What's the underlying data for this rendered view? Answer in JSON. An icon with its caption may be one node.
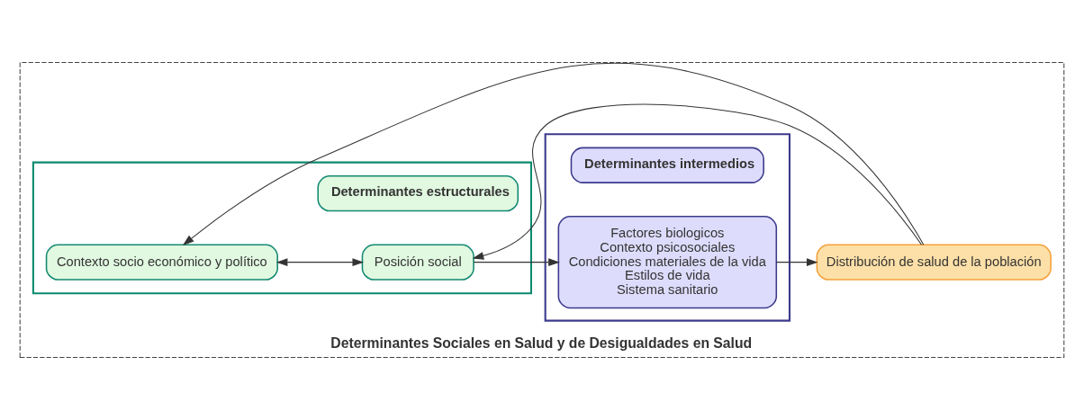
{
  "diagram": {
    "nodes": [
      {
        "text": [
          "Determinantes Sociales en Salud y de Desigualdades en Salud"
        ]
      },
      {
        "text": [],
        "shape": "box",
        "in": 0
      },
      {
        "text": [
          "Contexto socio económico y político"
        ],
        "in": 1
      },
      {
        "text": [
          "Posición social"
        ],
        "in": 1
      },
      {
        "text": [
          "Determinantes estructurales"
        ],
        "in": 1
      },
      {
        "text": [],
        "shape": "box",
        "in": 0
      },
      {
        "text": [
          "Factores biologicos",
          "Contexto psicosociales",
          "Condiciones materiales de la vida",
          "Estilos de vida",
          "Sistema sanitario"
        ],
        "in": 5
      },
      {
        "text": [
          "Determinantes intermedios"
        ],
        "in": 5
      },
      {
        "text": [
          "Distribución de salud de la población"
        ],
        "in": 0
      }
    ],
    "edges": [
      {
        "from": 2,
        "to": 3,
        "arrow": "both"
      },
      {
        "from": 3,
        "to": 6,
        "arrow": "to"
      },
      {
        "from": 6,
        "to": 8,
        "arrow": "to"
      },
      {
        "from": 8,
        "to": 2,
        "arrow": "to"
      },
      {
        "from": 8,
        "to": 3,
        "arrow": "to"
      }
    ]
  }
}
